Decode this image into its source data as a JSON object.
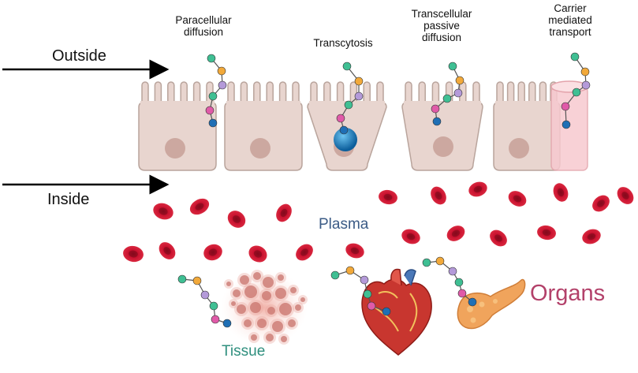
{
  "labels": {
    "outside": "Outside",
    "inside": "Inside",
    "paracellular": [
      "Paracellular",
      "diffusion"
    ],
    "transcytosis": "Transcytosis",
    "transcellular": [
      "Transcellular",
      "passive",
      "diffusion"
    ],
    "carrier": [
      "Carrier",
      "mediated",
      "transport"
    ],
    "plasma": "Plasma",
    "organs": "Organs",
    "tissue": "Tissue"
  },
  "colors": {
    "cell_fill": "#e8d5cf",
    "cell_stroke": "#b9a49c",
    "nucleus": "#c9a39a",
    "rbc": "#c8102e",
    "bead_teal": "#3fbf93",
    "bead_orange": "#f2a93a",
    "bead_purple": "#b49ad9",
    "bead_pink": "#e05aa8",
    "bead_blue": "#1f6fb5",
    "carrier": "#f7c9cf",
    "vesicle": "#1f83c6",
    "heart": "#c8362f",
    "pancreas": "#f0a45c",
    "tissue": "#d9807a"
  }
}
